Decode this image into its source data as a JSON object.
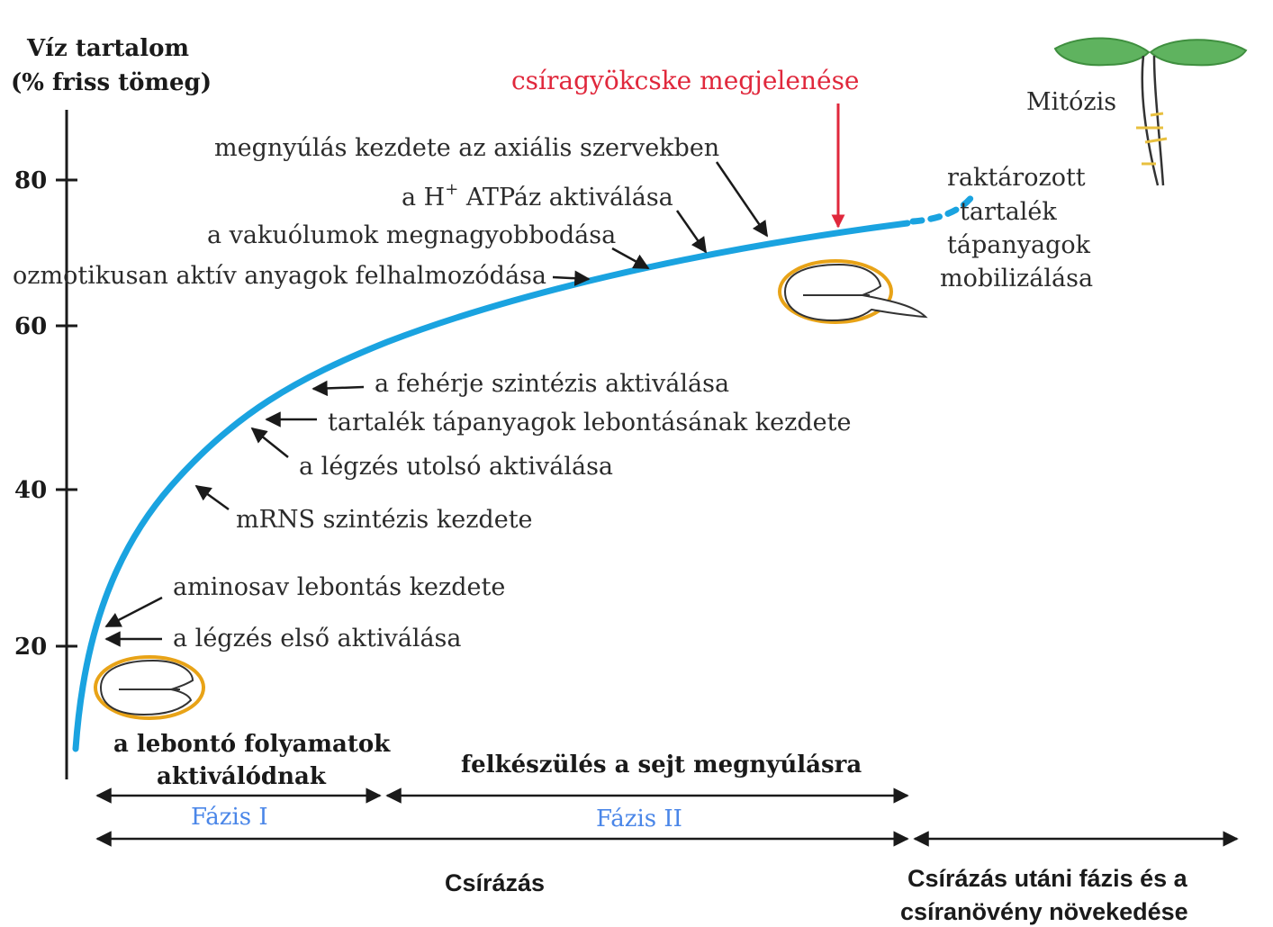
{
  "axis": {
    "title_line1": "Víz tartalom",
    "title_line2": "(% friss tömeg)",
    "ticks": [
      "80",
      "60",
      "40",
      "20"
    ]
  },
  "top_label": "csíragyökcske megjelenése",
  "mitosis_label": "Mitózis",
  "annotations": {
    "elongation": "megnyúlás kezdete az axiális szervekben",
    "h_atpase_prefix": "a H",
    "h_atpase_sup": "+",
    "h_atpase_suffix": " ATPáz aktiválása",
    "vacuole": "a vakuólumok megnagyobbodása",
    "osmotic": "ozmotikusan aktív anyagok felhalmozódása",
    "protein": "a fehérje szintézis aktiválása",
    "reserve_breakdown": "tartalék tápanyagok lebontásának kezdete",
    "resp_last": "a légzés utolsó aktiválása",
    "mrna": "mRNS szintézis kezdete",
    "aminoacid": "aminosav lebontás kezdete",
    "resp_first": "a légzés első aktiválása"
  },
  "reserves": {
    "line1": "raktározott",
    "line2": "tartalék",
    "line3": "tápanyagok",
    "line4": "mobilizálása"
  },
  "bottom": {
    "phase1_desc_line1": "a lebontó folyamatok",
    "phase1_desc_line2": "aktiválódnak",
    "phase2_desc": "felkészülés a sejt megnyúlásra",
    "phase1": "Fázis I",
    "phase2": "Fázis II",
    "germination": "Csírázás",
    "post_line1": "Csírázás utáni fázis és a",
    "post_line2": "csíranövény növekedése"
  },
  "colors": {
    "curve": "#1aa3e0",
    "red_arrow": "#e0283c",
    "phase_text": "#4a86e8",
    "seed_outline": "#e8a317",
    "leaf": "#5fb35f"
  }
}
